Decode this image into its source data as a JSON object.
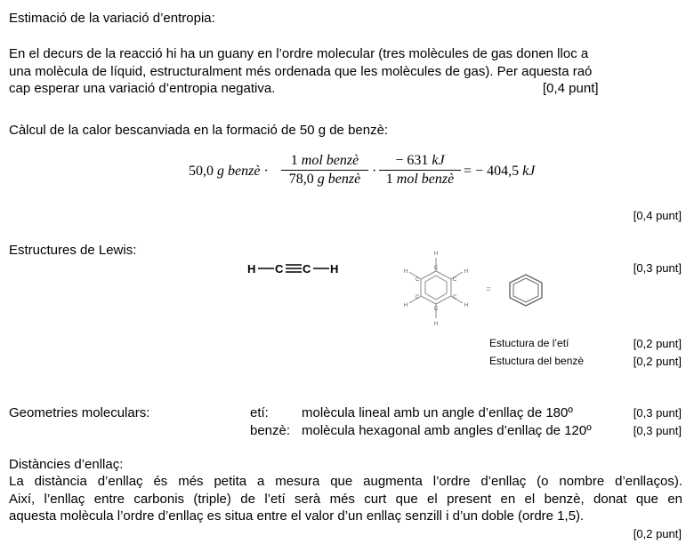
{
  "entropy": {
    "heading": "Estimació de la variació d’entropia:",
    "line1": "En el decurs de la reacció hi ha un guany en l’ordre molecular (tres molècules de gas donen lloc a",
    "line2": "una molècula de líquid, estructuralment més ordenada que les molècules de gas). Per aquesta raó",
    "line3": "cap esperar una variació d’entropia negativa.",
    "points": "[0,4 punt]"
  },
  "heat": {
    "heading": "Càlcul de la calor bescanviada en la formació de 50 g de benzè:",
    "eq_lead": "50,0 g benzè ·",
    "frac1_num": "1 mol benzè",
    "frac1_den": "78,0 g benzè",
    "dot": "·",
    "frac2_num": "− 631 kJ",
    "frac2_den": "1 mol benzè",
    "eq_result": "= − 404,5 kJ",
    "points": "[0,4 punt]"
  },
  "lewis": {
    "heading": "Estructures de Lewis:",
    "ethyne_H_left": "H",
    "ethyne_C1": "C",
    "ethyne_C2": "C",
    "ethyne_H_right": "H",
    "benzene_H": "H",
    "benzene_C": "C",
    "equals": "=",
    "points": "[0,3 punt]",
    "ethyne_label": "Estuctura de l’etí",
    "ethyne_points": "[0,2 punt]",
    "benzene_label": "Estuctura del benzè",
    "benzene_points": "[0,2 punt]"
  },
  "geometry": {
    "heading": "Geometries moleculars:",
    "row1_label": "etí:",
    "row1_text": "molècula lineal amb un angle d’enllaç de 180º",
    "row1_points": "[0,3 punt]",
    "row2_label": "benzè:",
    "row2_text": "molècula hexagonal amb angles d’enllaç de 120º",
    "row2_points": "[0,3 punt]"
  },
  "distances": {
    "heading": "Distàncies d’enllaç:",
    "line1": "La distància d’enllaç és més petita a mesura que augmenta l’ordre d’enllaç (o nombre d’enllaços).",
    "line2": "Així, l’enllaç entre carbonis (triple) de l’etí serà més curt que el present en el benzè, donat que en",
    "line3": "aquesta molècula l’ordre d’enllaç es situa entre el valor d’un enllaç senzill i d’un doble (ordre 1,5).",
    "points": "[0,2 punt]"
  }
}
